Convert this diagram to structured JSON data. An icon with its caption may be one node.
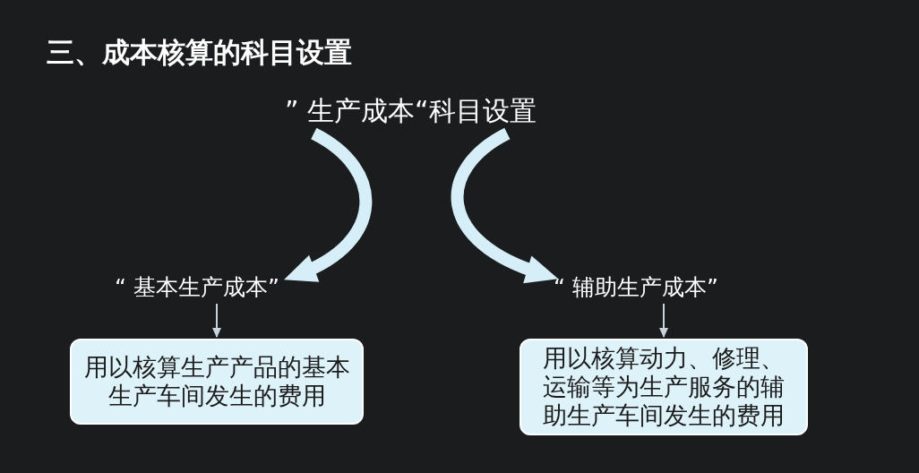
{
  "diagram": {
    "title": "三、成本核算的科目设置",
    "nodes": [
      {
        "text": [
          "” 生产成本“科目设置"
        ]
      },
      {
        "text": [
          "“ 基本生产成本”"
        ]
      },
      {
        "text": [
          "“ 辅助生产成本”"
        ]
      },
      {
        "text": [
          "用以核算生产产品的基本生产车间发生的费用"
        ]
      },
      {
        "text": [
          "用以核算动力、修理、运输等为生产服务的辅助生产车间发生的费用"
        ]
      }
    ],
    "edges": [
      {
        "from": 0,
        "to": 1,
        "arrow": "to",
        "style": "thick"
      },
      {
        "from": 0,
        "to": 2,
        "arrow": "to",
        "style": "thick"
      },
      {
        "from": 1,
        "to": 3,
        "arrow": "to"
      },
      {
        "from": 2,
        "to": 4,
        "arrow": "to"
      }
    ]
  }
}
